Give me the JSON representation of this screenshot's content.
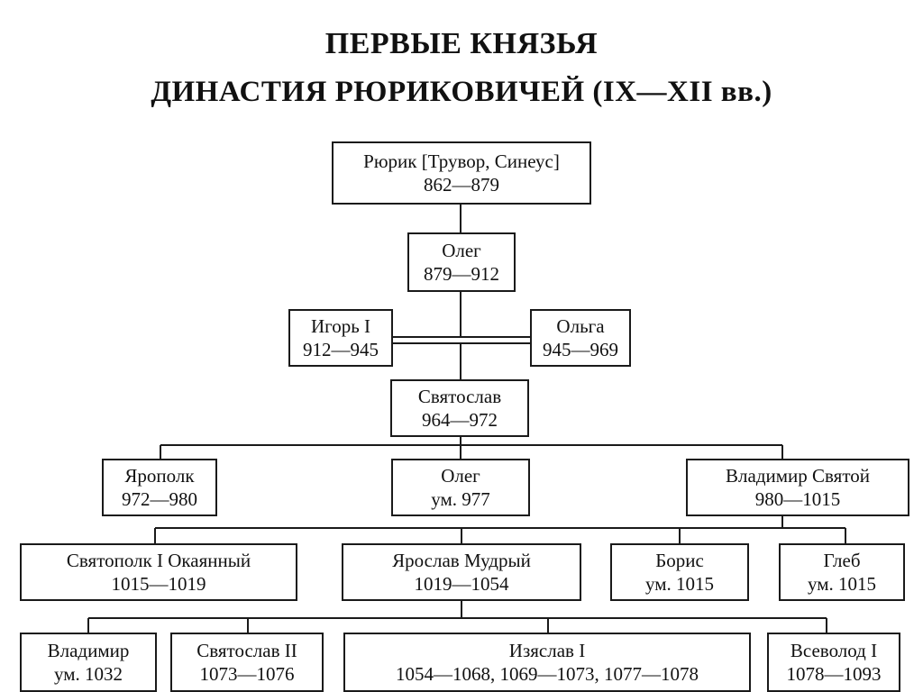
{
  "title": "ПЕРВЫЕ КНЯЗЬЯ",
  "subtitle": "ДИНАСТИЯ РЮРИКОВИЧЕЙ (IX—XII вв.)",
  "nodes": {
    "rurik": {
      "name": "Рюрик [Трувор, Синеус]",
      "dates": "862—879"
    },
    "oleg": {
      "name": "Олег",
      "dates": "879—912"
    },
    "igor": {
      "name": "Игорь I",
      "dates": "912—945"
    },
    "olga": {
      "name": "Ольга",
      "dates": "945—969"
    },
    "svyatoslav": {
      "name": "Святослав",
      "dates": "964—972"
    },
    "yaropolk": {
      "name": "Ярополк",
      "dates": "972—980"
    },
    "oleg2": {
      "name": "Олег",
      "dates": "ум. 977"
    },
    "vladimir": {
      "name": "Владимир Святой",
      "dates": "980—1015"
    },
    "svyatopolk": {
      "name": "Святополк I Окаянный",
      "dates": "1015—1019"
    },
    "yaroslav": {
      "name": "Ярослав Мудрый",
      "dates": "1019—1054"
    },
    "boris": {
      "name": "Борис",
      "dates": "ум. 1015"
    },
    "gleb": {
      "name": "Глеб",
      "dates": "ум. 1015"
    },
    "vladimir2": {
      "name": "Владимир",
      "dates": "ум. 1032"
    },
    "svyatoslav2": {
      "name": "Святослав II",
      "dates": "1073—1076"
    },
    "izyaslav": {
      "name": "Изяслав I",
      "dates": "1054—1068, 1069—1073, 1077—1078"
    },
    "vsevolod": {
      "name": "Всеволод I",
      "dates": "1078—1093"
    }
  }
}
